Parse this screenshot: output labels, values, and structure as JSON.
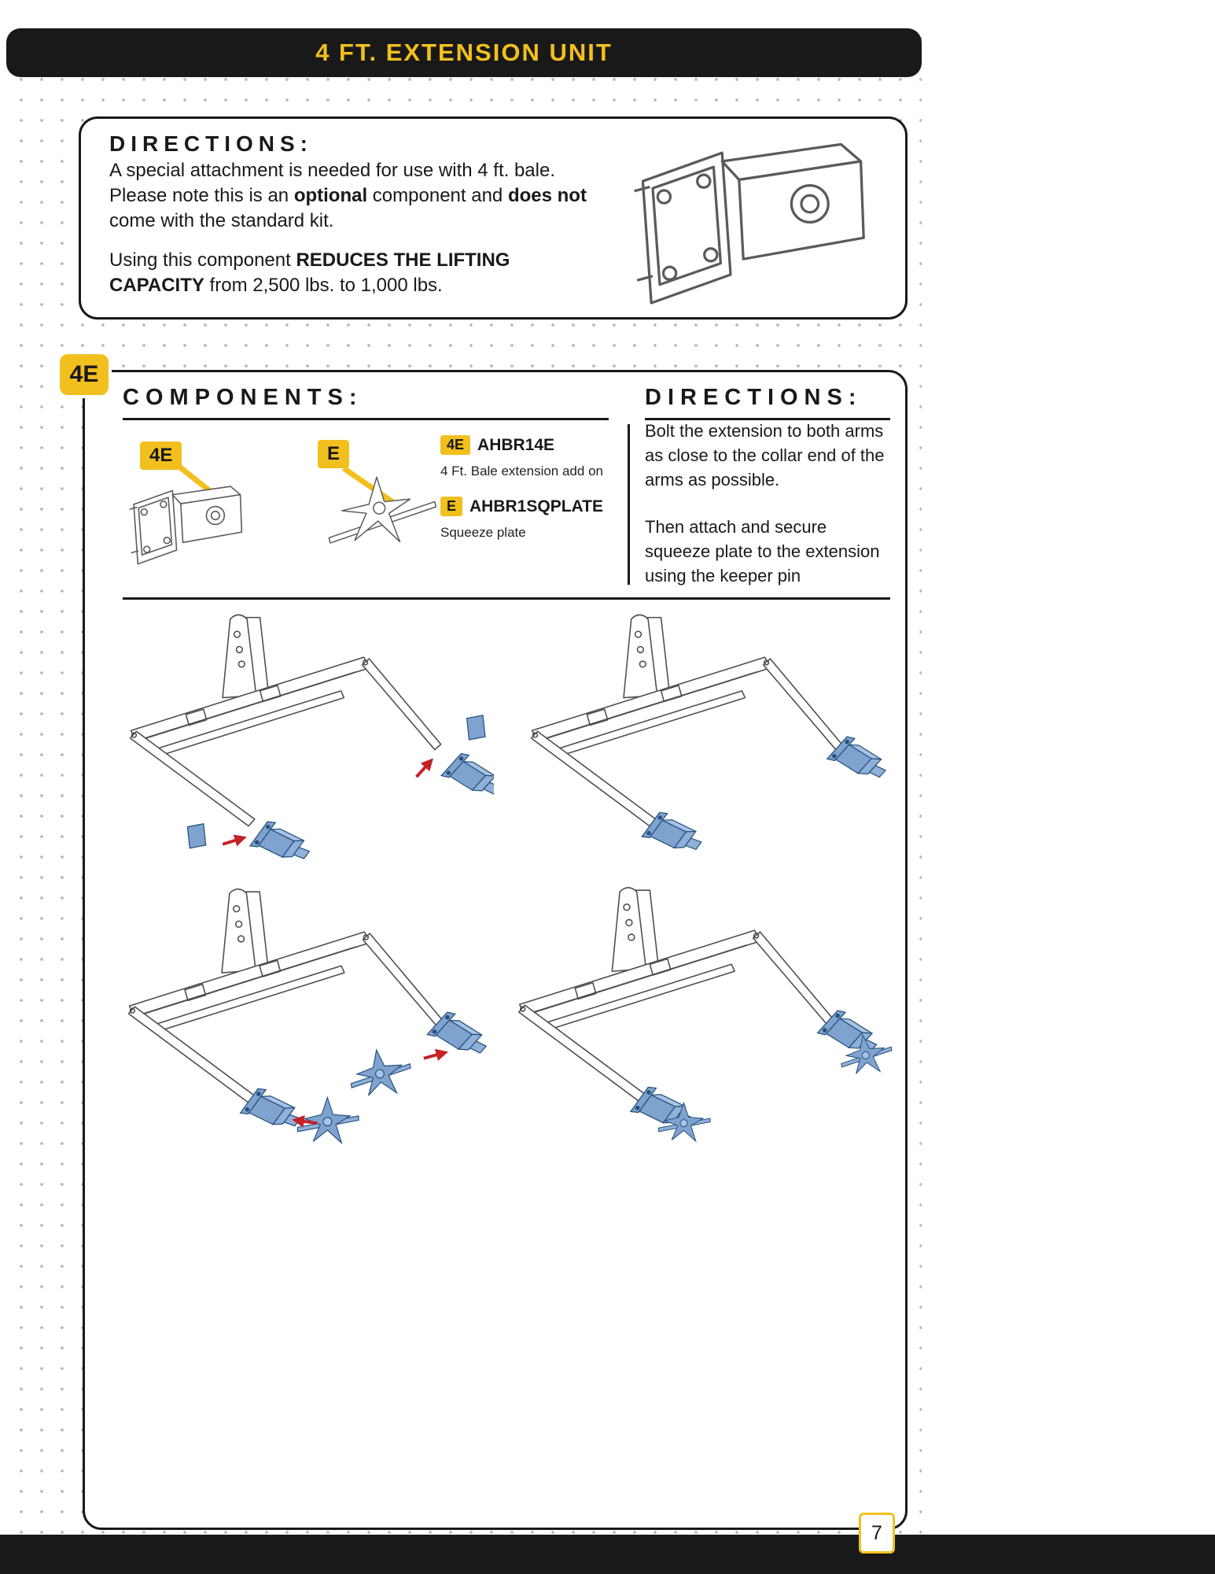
{
  "header": {
    "title": "4 FT. EXTENSION UNIT"
  },
  "footer": {
    "page_number": "7"
  },
  "intro_box": {
    "heading": "DIRECTIONS:",
    "p1_a": "A special attachment is needed for use with 4 ft. bale. Please note this is an ",
    "p1_b": "optional",
    "p1_c": " component and ",
    "p1_d": "does not",
    "p1_e": " come with the standard kit.",
    "p2_a": "Using this component ",
    "p2_b": "REDUCES THE LIFTING CAPACITY",
    "p2_c": " from 2,500 lbs. to 1,000 lbs."
  },
  "section_4e": {
    "corner_badge": "4E",
    "components_heading": "COMPONENTS:",
    "directions_heading": "DIRECTIONS:",
    "figure_label_extension": "4E",
    "figure_label_plate": "E",
    "parts": [
      {
        "badge": "4E",
        "code": "AHBR14E",
        "desc": "4 Ft. Bale extension add on"
      },
      {
        "badge": "E",
        "code": "AHBR1SQPLATE",
        "desc": "Squeeze plate"
      }
    ],
    "direction_step_1": "Bolt the extension to both arms as close to the collar end of the arms as possible.",
    "direction_step_2": "Then attach and secure squeeze plate to the extension using the keeper pin"
  },
  "colors": {
    "accent_yellow": "#F2C01E",
    "bar_black": "#191919",
    "part_blue": "#7FA3CF",
    "arrow_red": "#C42127"
  }
}
